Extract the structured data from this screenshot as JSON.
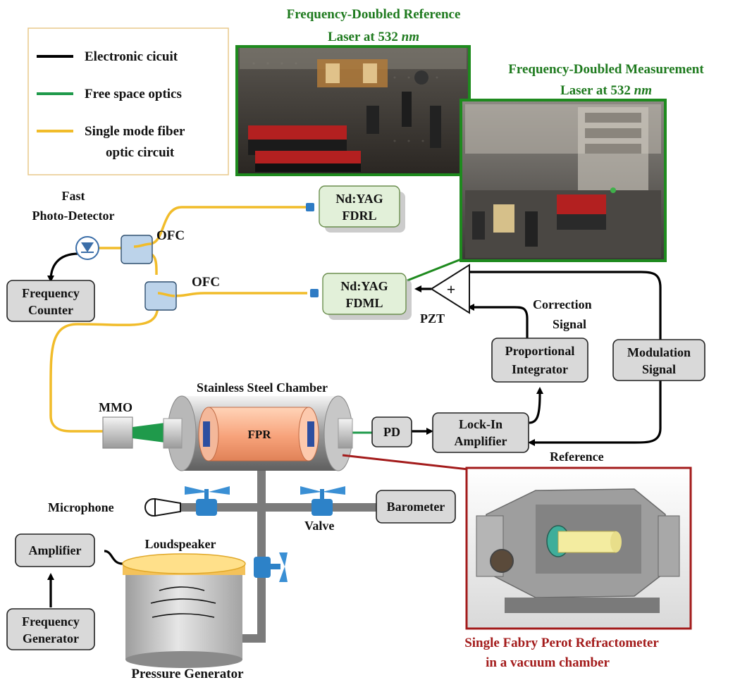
{
  "legend": {
    "electronic": "Electronic cicuit",
    "free_space": "Free space optics",
    "fiber_line1": "Single mode fiber",
    "fiber_line2": "optic circuit",
    "colors": {
      "electronic": "#000000",
      "free_space": "#1f9a4b",
      "fiber": "#f1bc2a"
    }
  },
  "reference_laser": {
    "title_line1": "Frequency-Doubled Reference",
    "title_line2": "Laser at 532",
    "unit": "nm",
    "color": "#1e7a1e"
  },
  "measurement_laser": {
    "title_line1": "Frequency-Doubled Measurement",
    "title_line2": "Laser at 532",
    "unit": "nm",
    "color": "#1e7a1e"
  },
  "blocks": {
    "fdrl_line1": "Nd:YAG",
    "fdrl_line2": "FDRL",
    "fdml_line1": "Nd:YAG",
    "fdml_line2": "FDML",
    "freq_counter_line1": "Frequency",
    "freq_counter_line2": "Counter",
    "prop_int_line1": "Proportional",
    "prop_int_line2": "Integrator",
    "mod_signal_line1": "Modulation",
    "mod_signal_line2": "Signal",
    "lockin_line1": "Lock-In",
    "lockin_line2": "Amplifier",
    "pd": "PD",
    "barometer": "Barometer",
    "amplifier": "Amplifier",
    "freq_gen_line1": "Frequency",
    "freq_gen_line2": "Generator"
  },
  "labels": {
    "fast_pd_line1": "Fast",
    "fast_pd_line2": "Photo-Detector",
    "ofc_top": "OFC",
    "ofc_bottom": "OFC",
    "pzt": "PZT",
    "correction_line1": "Correction",
    "correction_line2": "Signal",
    "reference": "Reference",
    "mmo": "MMO",
    "chamber": "Stainless Steel Chamber",
    "fpr": "FPR",
    "microphone": "Microphone",
    "valve": "Valve",
    "loudspeaker": "Loudspeaker",
    "pressure_generator": "Pressure Generator",
    "summer_sign": "+"
  },
  "inset": {
    "caption_line1": "Single Fabry Perot Refractometer",
    "caption_line2": "in a vacuum chamber",
    "color": "#a31b1b"
  }
}
